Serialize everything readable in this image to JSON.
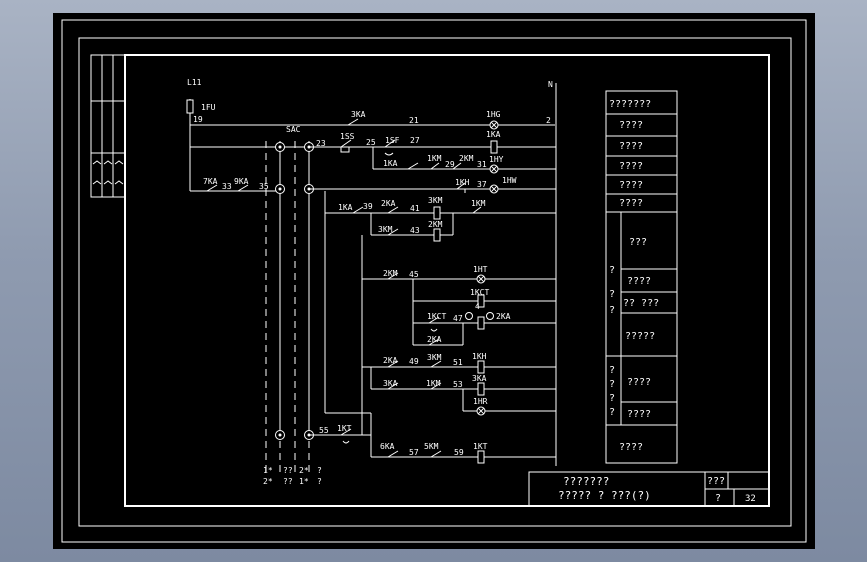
{
  "schematic": {
    "wire_labels": {
      "L": "L11",
      "N": "N",
      "fu": "1FU",
      "n19": "19",
      "n21": "21",
      "n2": "2",
      "n23": "23",
      "n25": "25",
      "n27": "27",
      "n29": "29",
      "n31": "31",
      "n33": "33",
      "n35": "35",
      "n37": "37",
      "n39": "39",
      "n41": "41",
      "n43": "43",
      "n45": "45",
      "n47": "47",
      "n49": "49",
      "n51": "51",
      "n53": "53",
      "n55": "55",
      "n57": "57",
      "n59": "59",
      "n4": "4"
    },
    "components": {
      "sac": "SAC",
      "c3ka": "3KA",
      "c1hg": "1HG",
      "c1ka_coil": "1KA",
      "c1ss": "1SS",
      "c1sf": "1SF",
      "c1ka_contact": "1KA",
      "c1km": "1KM",
      "c2km": "2KM",
      "c1hy": "1HY",
      "c7ka": "7KA",
      "c9ka": "9KA",
      "c1kh": "1KH",
      "c1hw": "1HW",
      "c1ka_r3": "1KA",
      "c2ka": "2KA",
      "c3km": "3KM",
      "c1km_r3": "1KM",
      "c3km_b": "3KM",
      "c2km_coil": "2KM",
      "c2km_b": "2KM",
      "c1ht": "1HT",
      "c1kct": "1KCT",
      "c1kct_b": "1KCT",
      "c2ka_coil": "2KA",
      "c2ka_b": "2KA",
      "c2ka_c": "2KA",
      "c3km_c": "3KM",
      "c1kh_coil": "1KH",
      "c3ka_b": "3KA",
      "c1km_b": "1KM",
      "c3ka_coil": "3KA",
      "c1hr": "1HR",
      "c1kt": "1KT",
      "c6ka": "6KA",
      "c5km": "5KM",
      "c1kt_coil": "1KT"
    },
    "switch_legend": [
      "1*",
      "??",
      "2*",
      "?",
      "2*",
      "??",
      "1*",
      "?"
    ]
  },
  "right_table": {
    "rows": [
      "???????",
      "????",
      "????",
      "????",
      "????",
      "????",
      "???",
      "????",
      "??  ???",
      "?????",
      "????",
      "????",
      "????"
    ],
    "side_marks": [
      "?",
      "?",
      "?",
      "?",
      "?",
      "?",
      "?"
    ]
  },
  "title_block": {
    "line1": "???????",
    "line2": "?????  ? ???(?)",
    "cell_a": "???",
    "cell_b": "?",
    "sheet_no": "32"
  }
}
